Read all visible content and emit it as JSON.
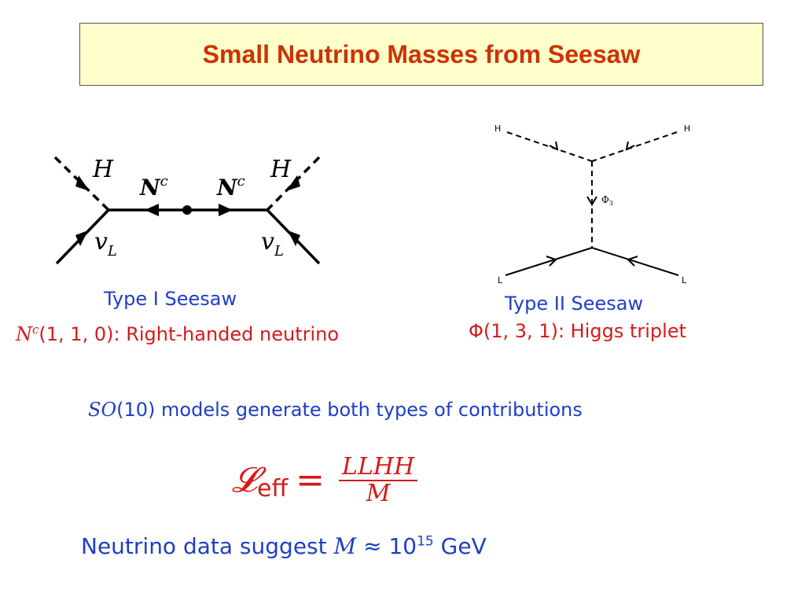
{
  "title": "Small Neutrino Masses from Seesaw",
  "type1": {
    "label_H_left": "H",
    "label_H_right": "H",
    "label_Nc": "N",
    "label_Nc_sup": "c",
    "label_nu": "v",
    "label_nu_sub": "L",
    "caption": "Type I Seesaw",
    "rep_symbol": "N",
    "rep_sup": "c",
    "rep_args": "(1, 1, 0):",
    "rep_desc": "Right-handed neutrino"
  },
  "type2": {
    "label_H": "H",
    "label_phi": "Φ",
    "label_phi_sub": "3",
    "label_L": "L",
    "caption": "Type II Seesaw",
    "rep_symbol": "Φ",
    "rep_args": "(1, 3, 1):",
    "rep_desc": "Higgs triplet"
  },
  "so10": {
    "symbol": "SO",
    "args": "(10)",
    "text": "models generate both types of contributions"
  },
  "lagrangian": {
    "symbol": "𝓛",
    "subscript": "eff",
    "equals": "=",
    "numerator": "LLHH",
    "denominator": "M"
  },
  "neutrino_data": {
    "text": "Neutrino data suggest",
    "symbol": "M",
    "approx": "≈",
    "base": "10",
    "exponent": "15",
    "unit": "GeV"
  },
  "colors": {
    "title": "#cc3300",
    "title_bg": "#ffffcc",
    "blue": "#1f3ec8",
    "red": "#d61a1a"
  }
}
